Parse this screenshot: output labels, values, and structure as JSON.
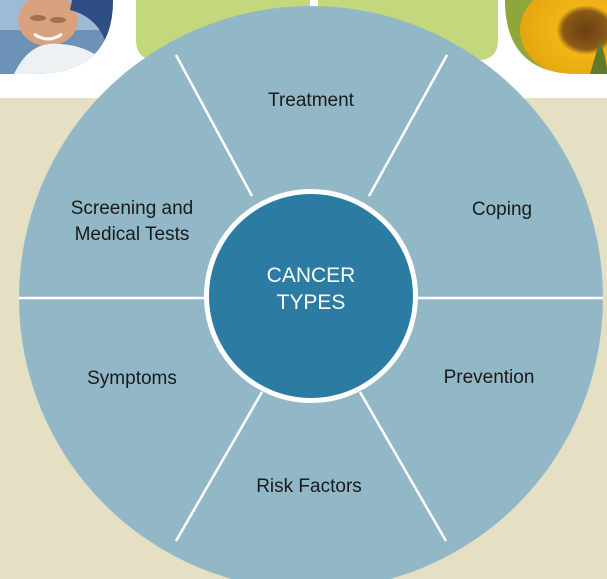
{
  "colors": {
    "page_background": "#e5e0c4",
    "wheel_fill": "#92b8c7",
    "wheel_divider": "#ffffff",
    "center_fill": "#2c7ba3",
    "center_ring": "#ffffff",
    "banner_green": "#c3d77d",
    "label_text": "#1a1a1a",
    "center_text": "#ffffff"
  },
  "header": {
    "images": [
      {
        "name": "man-photo",
        "alt": "Smiling man photo"
      },
      {
        "name": "green-banner",
        "alt": "Green banner"
      },
      {
        "name": "sunflower-photo",
        "alt": "Sunflower photo"
      }
    ]
  },
  "wheel": {
    "center": {
      "line1": "CANCER",
      "line2": "TYPES"
    },
    "segments": [
      {
        "id": "treatment",
        "lines": [
          "Treatment"
        ]
      },
      {
        "id": "coping",
        "lines": [
          "Coping"
        ]
      },
      {
        "id": "prevention",
        "lines": [
          "Prevention"
        ]
      },
      {
        "id": "risk-factors",
        "lines": [
          "Risk Factors"
        ]
      },
      {
        "id": "symptoms",
        "lines": [
          "Symptoms"
        ]
      },
      {
        "id": "screening",
        "lines": [
          "Screening and",
          "Medical Tests"
        ]
      }
    ]
  }
}
